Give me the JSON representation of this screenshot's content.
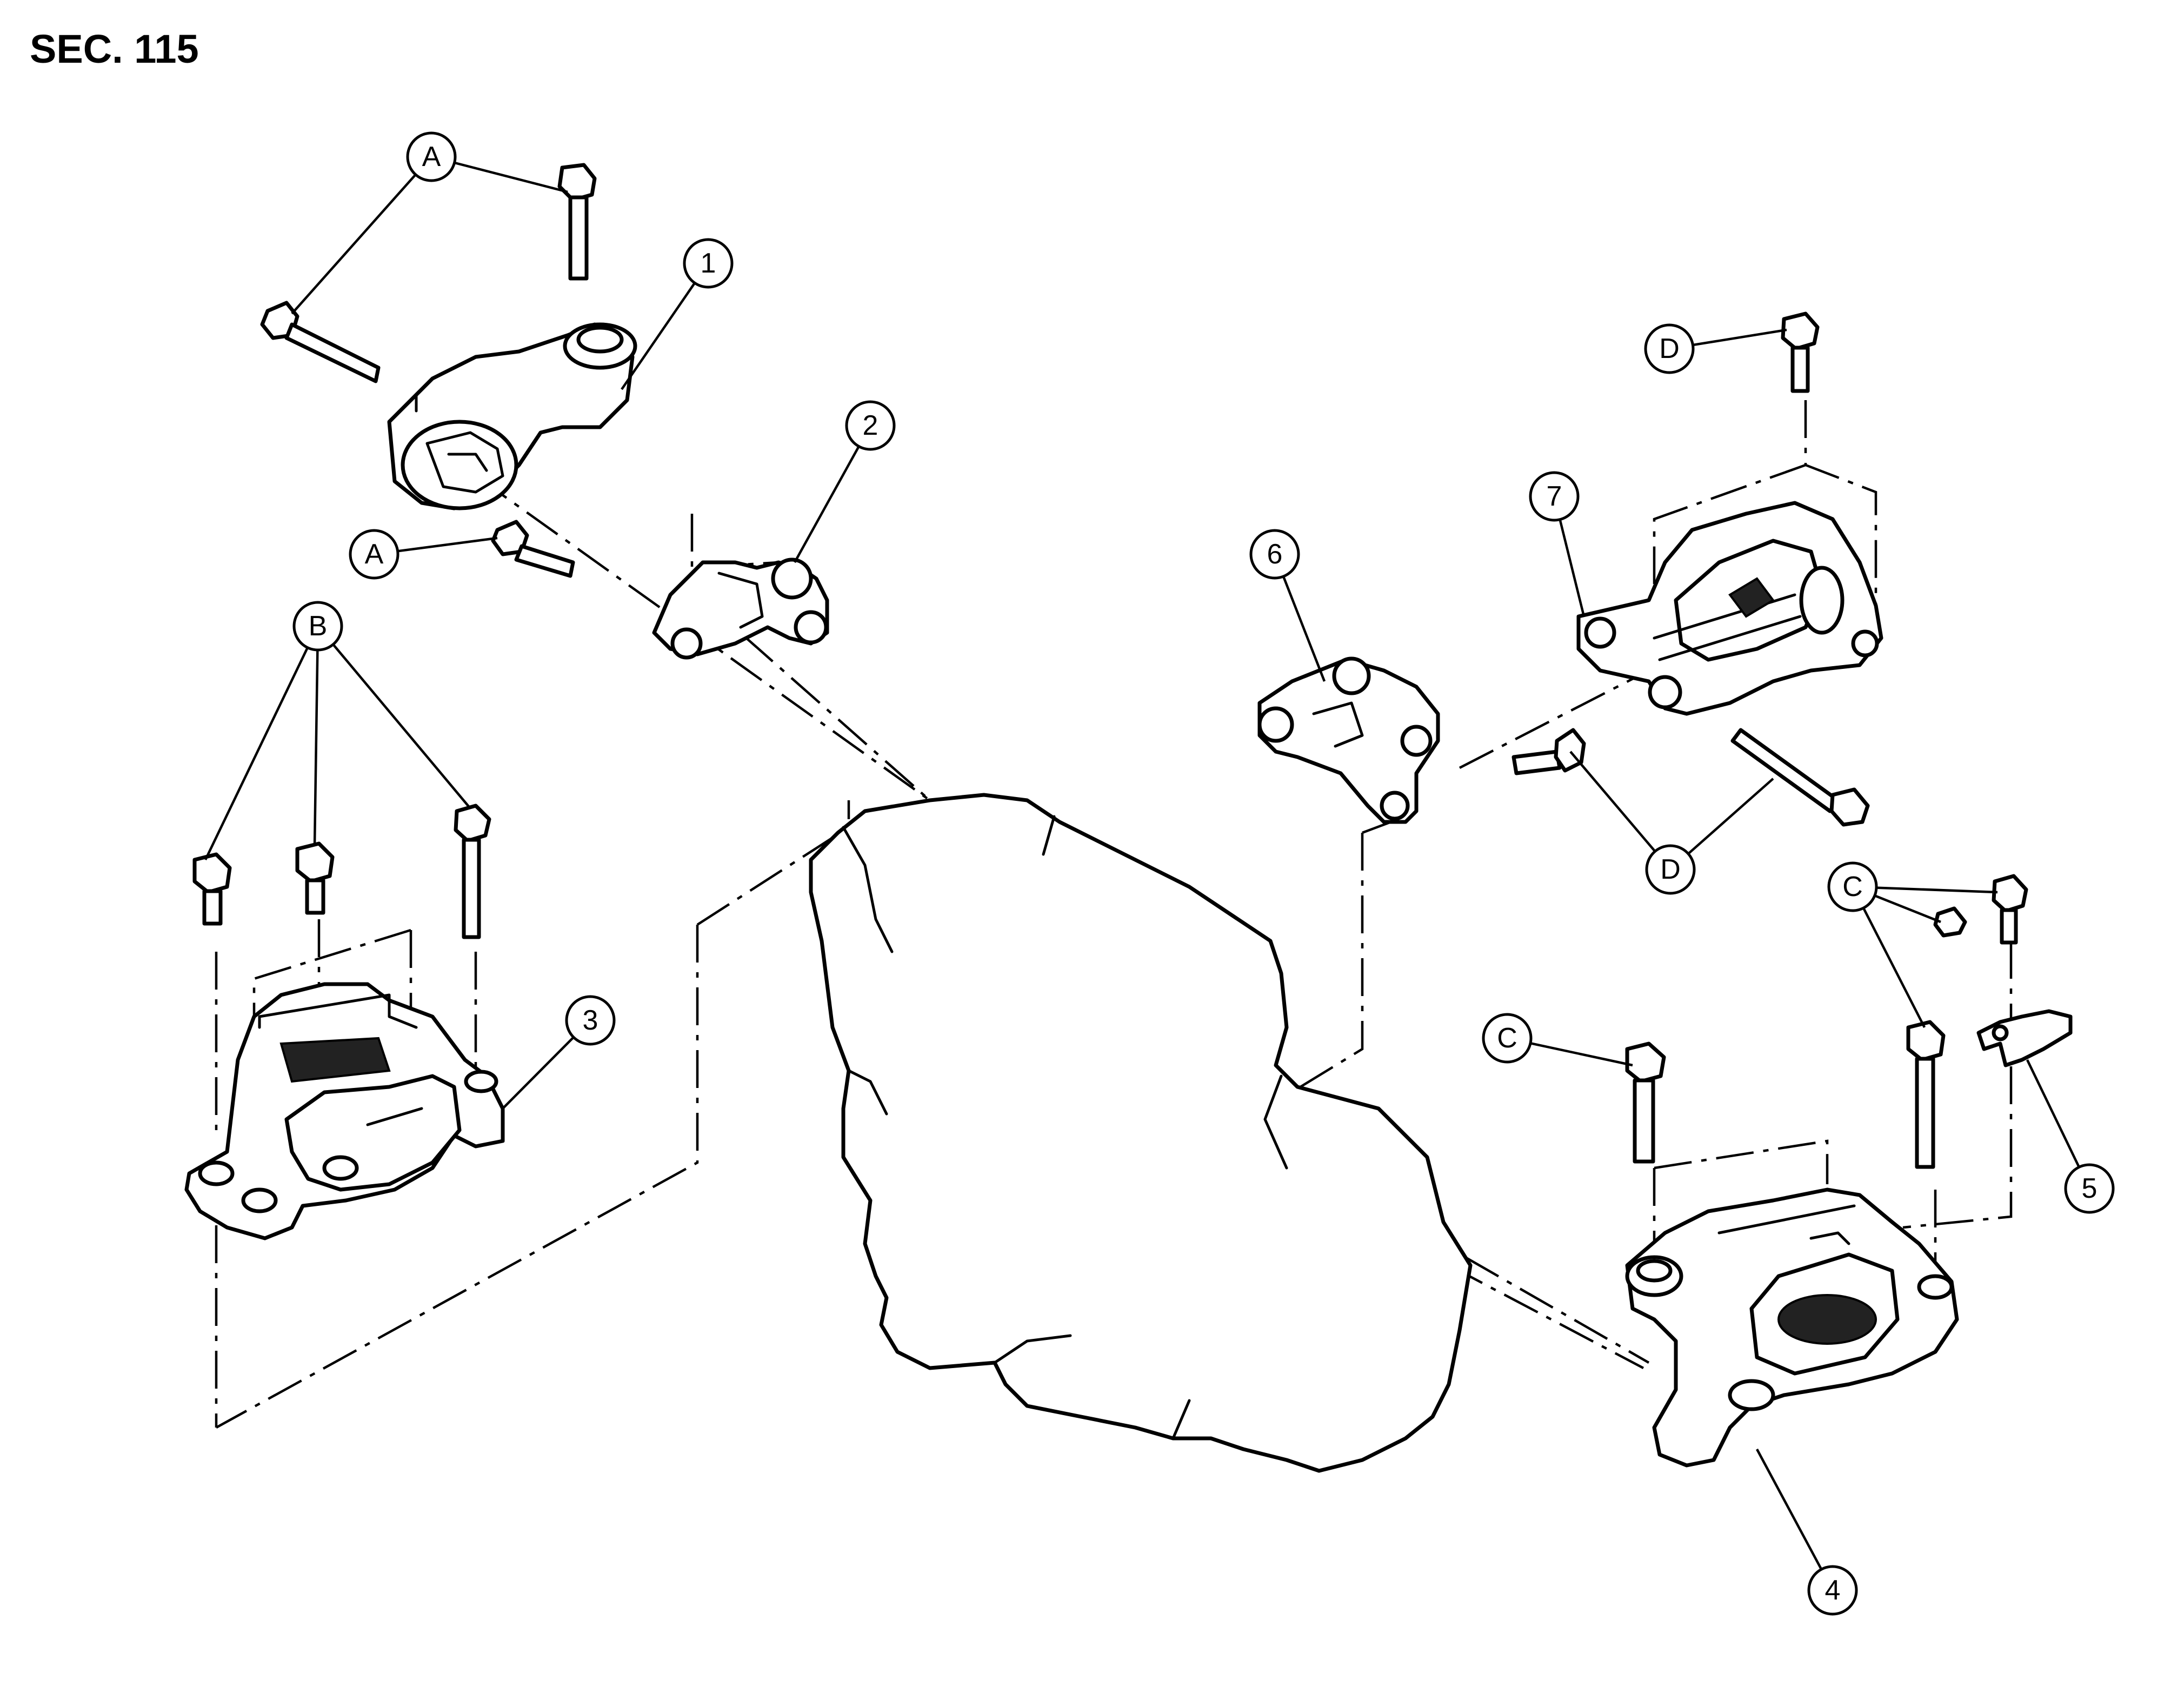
{
  "title": "SEC. 115",
  "callouts": [
    {
      "id": "A-top",
      "label": "A"
    },
    {
      "id": "A-lower",
      "label": "A"
    },
    {
      "id": "B",
      "label": "B"
    },
    {
      "id": "C-right",
      "label": "C"
    },
    {
      "id": "C-left",
      "label": "C"
    },
    {
      "id": "D-top",
      "label": "D"
    },
    {
      "id": "D-lower",
      "label": "D"
    },
    {
      "id": "part-1",
      "label": "1"
    },
    {
      "id": "part-2",
      "label": "2"
    },
    {
      "id": "part-3",
      "label": "3"
    },
    {
      "id": "part-4",
      "label": "4"
    },
    {
      "id": "part-5",
      "label": "5"
    },
    {
      "id": "part-6",
      "label": "6"
    },
    {
      "id": "part-7",
      "label": "7"
    }
  ]
}
